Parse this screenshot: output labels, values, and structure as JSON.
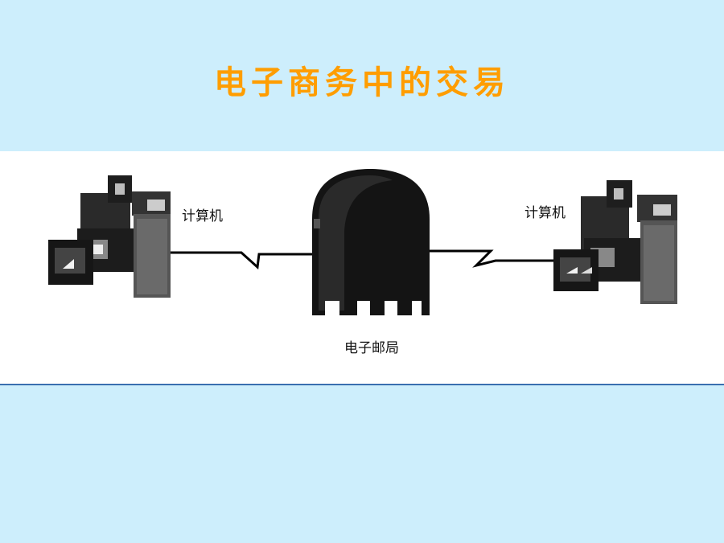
{
  "slide": {
    "title": "电子商务中的交易"
  },
  "diagram": {
    "left_computer_label": "计算机",
    "right_computer_label": "计算机",
    "post_office_label": "电子邮局"
  },
  "colors": {
    "background": "#cdeefc",
    "title": "#ff9d00",
    "panel": "#ffffff",
    "ink": "#111111"
  }
}
